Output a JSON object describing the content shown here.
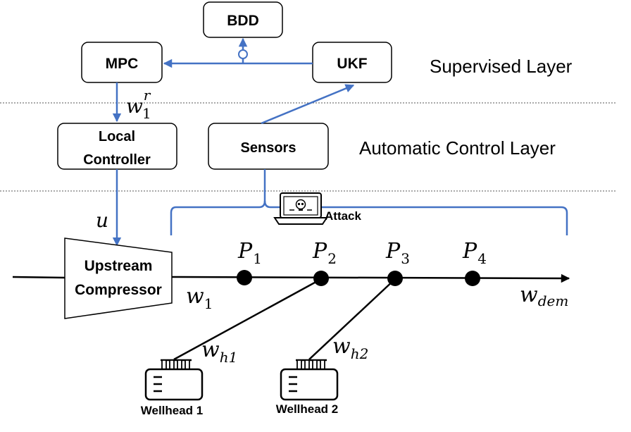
{
  "layers": {
    "supervised": "Supervised Layer",
    "automatic": "Automatic Control Layer"
  },
  "blocks": {
    "bdd": "BDD",
    "mpc": "MPC",
    "ukf": "UKF",
    "local_controller_line1": "Local",
    "local_controller_line2": "Controller",
    "sensors": "Sensors",
    "compressor_line1": "Upstream",
    "compressor_line2": "Compressor"
  },
  "signals": {
    "w1r_base": "w",
    "w1r_sub": "1",
    "w1r_sup": "r",
    "u": "u",
    "w1_base": "w",
    "w1_sub": "1",
    "wdem_base": "w",
    "wdem_sub": "dem",
    "wh1_base": "w",
    "wh1_sub": "h1",
    "wh2_base": "w",
    "wh2_sub": "h2"
  },
  "nodes": [
    {
      "base": "P",
      "sub": "1"
    },
    {
      "base": "P",
      "sub": "2"
    },
    {
      "base": "P",
      "sub": "3"
    },
    {
      "base": "P",
      "sub": "4"
    }
  ],
  "attack": "Attack",
  "wellheads": [
    "Wellhead 1",
    "Wellhead 2"
  ],
  "colors": {
    "signal_line": "#4472c4",
    "pipeline": "#000000"
  }
}
